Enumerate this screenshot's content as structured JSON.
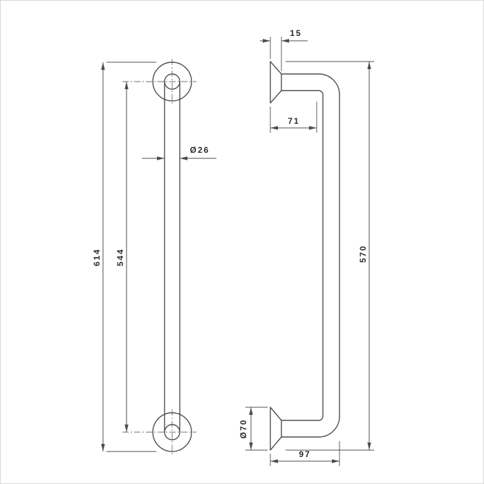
{
  "colors": {
    "line": "#4d4d4d",
    "text": "#2b2b2b",
    "page_border": "#d6d6d6",
    "background": "#ffffff"
  },
  "front_view": {
    "dims": {
      "overall_length": "614",
      "fixing_centers": "544",
      "bar_diameter": "Ø26"
    }
  },
  "side_view": {
    "dims": {
      "flange_thickness": "15",
      "wall_to_bend": "71",
      "overall_height": "570",
      "flange_diameter": "Ø70",
      "overall_depth": "97"
    }
  }
}
